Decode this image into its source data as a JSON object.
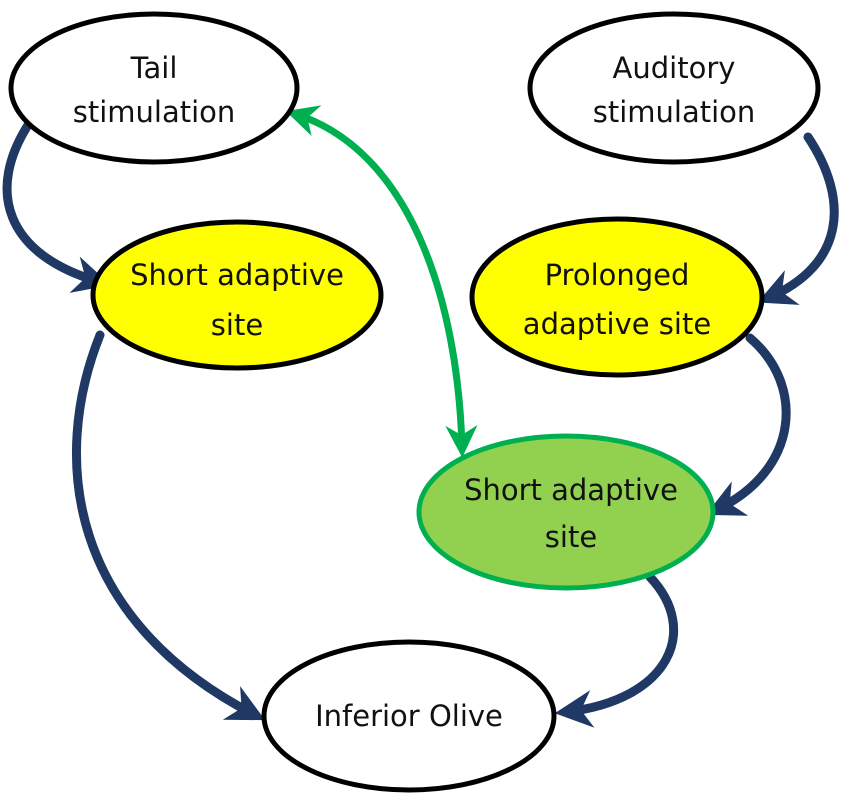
{
  "nodes": {
    "tail": {
      "lines": [
        "Tail",
        "stimulation"
      ],
      "fill": "#ffffff",
      "stroke": "#000000"
    },
    "auditory": {
      "lines": [
        "Auditory",
        "stimulation"
      ],
      "fill": "#ffffff",
      "stroke": "#000000"
    },
    "short_left": {
      "lines": [
        "Short adaptive",
        "site"
      ],
      "fill": "#ffff00",
      "stroke": "#000000"
    },
    "prolonged": {
      "lines": [
        "Prolonged",
        "adaptive site"
      ],
      "fill": "#ffff00",
      "stroke": "#000000"
    },
    "short_right": {
      "lines": [
        "Short adaptive",
        "site"
      ],
      "fill": "#92d050",
      "stroke": "#00b050"
    },
    "olive": {
      "lines": [
        "Inferior Olive"
      ],
      "fill": "#ffffff",
      "stroke": "#000000"
    }
  },
  "edges": [
    {
      "from": "tail",
      "to": "short_left",
      "color": "#1f3864"
    },
    {
      "from": "auditory",
      "to": "prolonged",
      "color": "#1f3864"
    },
    {
      "from": "prolonged",
      "to": "short_right",
      "color": "#1f3864"
    },
    {
      "from": "short_left",
      "to": "olive",
      "color": "#1f3864"
    },
    {
      "from": "short_right",
      "to": "olive",
      "color": "#1f3864"
    },
    {
      "from": "short_right",
      "to": "tail",
      "color": "#00b050",
      "bidirectional": true
    }
  ]
}
